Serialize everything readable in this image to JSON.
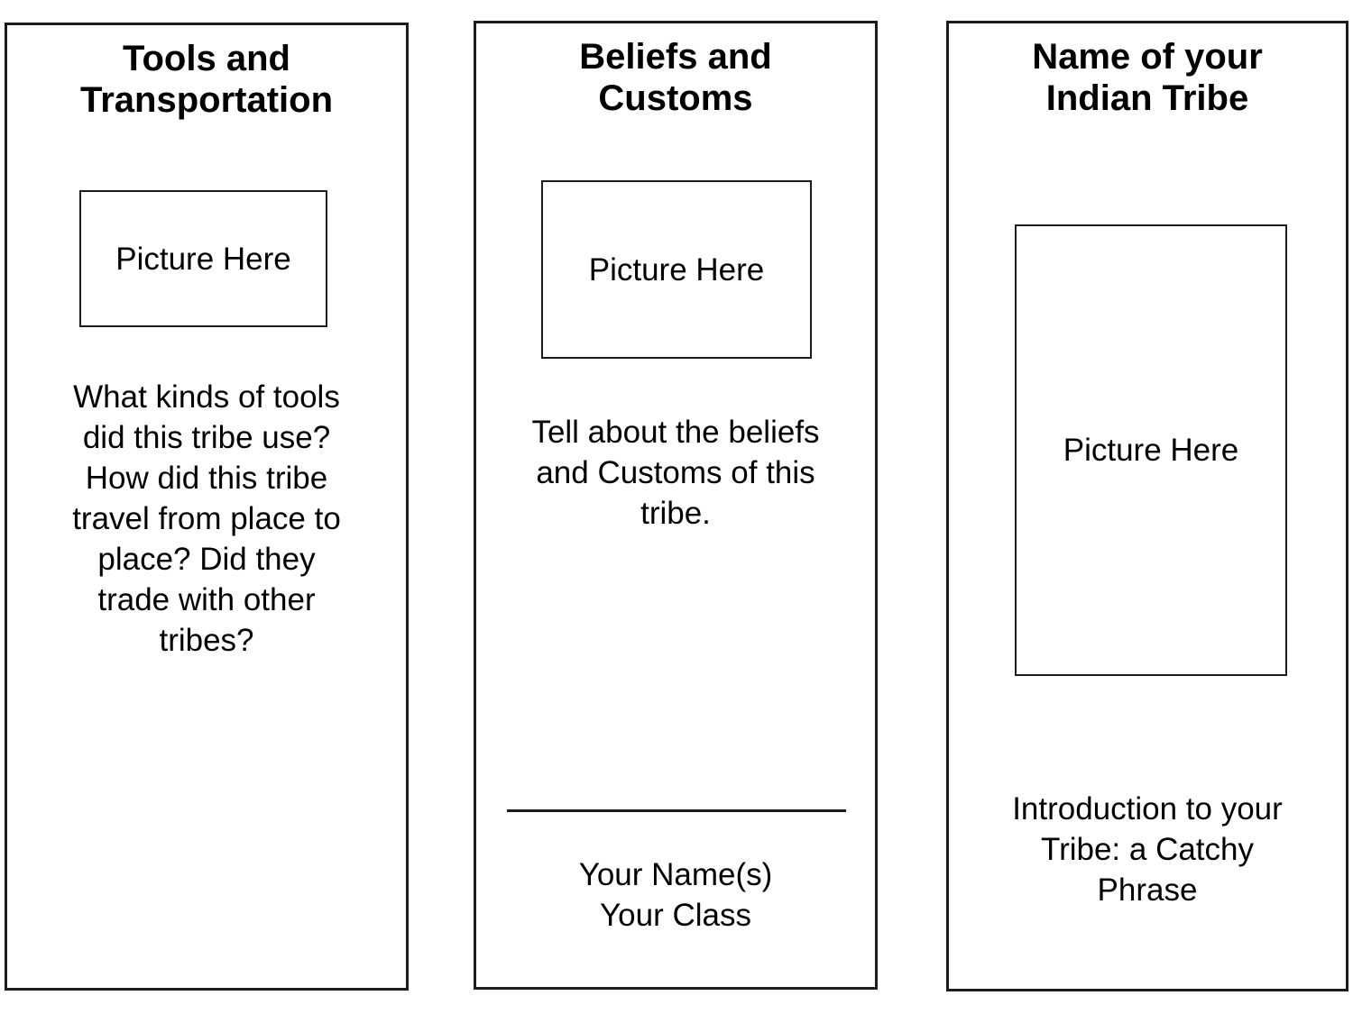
{
  "page": {
    "background_color": "#ffffff",
    "border_color": "#1c1c1c",
    "text_color": "#000000",
    "kind": "tri-fold brochure template"
  },
  "panels": [
    {
      "id": "tools-and-transportation",
      "title": "Tools and\nTransportation",
      "picture_placeholder": "Picture Here",
      "body": "What kinds of tools\ndid this tribe use?\nHow did this tribe\ntravel from place to\nplace? Did they\ntrade with other\ntribes?"
    },
    {
      "id": "beliefs-and-customs",
      "title": "Beliefs and\nCustoms",
      "picture_placeholder": "Picture Here",
      "body": "Tell about the beliefs\nand Customs of this\ntribe.",
      "signature": "Your Name(s)\nYour Class"
    },
    {
      "id": "tribe-name",
      "title": "Name of your\nIndian Tribe",
      "picture_placeholder": "Picture Here",
      "body": "Introduction to your\nTribe: a Catchy\nPhrase"
    }
  ]
}
